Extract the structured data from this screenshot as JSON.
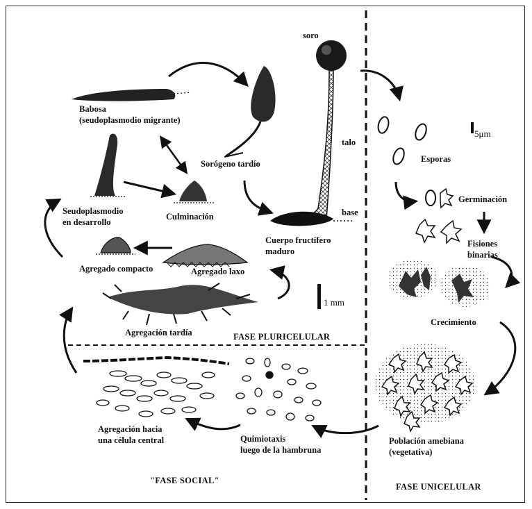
{
  "labels": {
    "soro": "soro",
    "talo": "talo",
    "base": "base",
    "babosa_line1": "Babosa",
    "babosa_line2": "(seudoplasmodio migrante)",
    "sorogeno": "Sorógeno tardío",
    "seudo_line1": "Seudoplasmodio",
    "seudo_line2": "en desarrollo",
    "culminacion": "Culminación",
    "cuerpo_line1": "Cuerpo fructífero",
    "cuerpo_line2": "maduro",
    "agregado_compacto": "Agregado compacto",
    "agregado_laxo": "Agregado laxo",
    "agregacion_tardia": "Agregación tardía",
    "agregacion_central_line1": "Agregación hacia",
    "agregacion_central_line2": "una célula central",
    "quimiotaxis_line1": "Quimiotaxis",
    "quimiotaxis_line2": "luego de la hambruna",
    "esporas": "Esporas",
    "germinacion": "Germinación",
    "fisiones_line1": "Fisiones",
    "fisiones_line2": "binarias",
    "crecimiento": "Crecimiento",
    "poblacion_line1": "Población amebiana",
    "poblacion_line2": "(vegetativa)"
  },
  "phases": {
    "pluricelular": "FASE PLURICELULAR",
    "social": "\"FASE SOCIAL\"",
    "unicelular": "FASE UNICELULAR"
  },
  "scales": {
    "mm": "1 mm",
    "um": "5μm"
  },
  "colors": {
    "ink": "#111111",
    "background": "#ffffff"
  }
}
